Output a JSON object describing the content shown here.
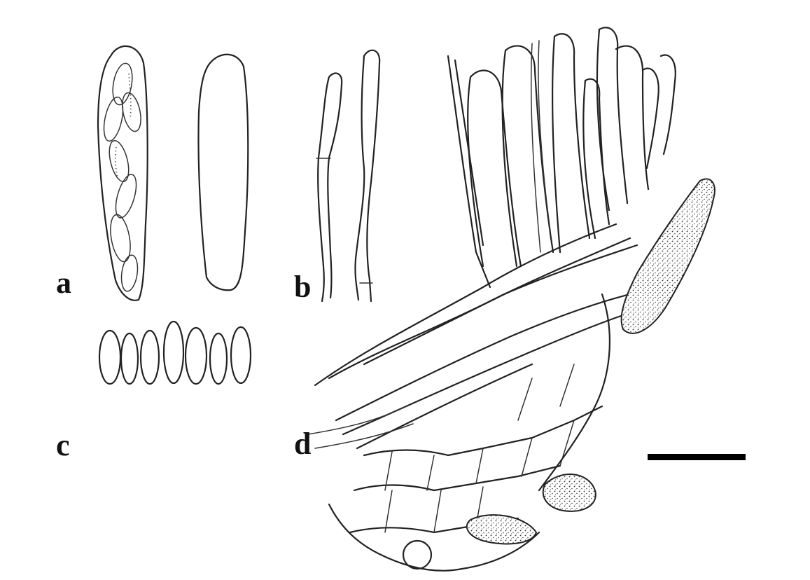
{
  "figure": {
    "panels": [
      {
        "id": "a",
        "label": "a"
      },
      {
        "id": "b",
        "label": "b"
      },
      {
        "id": "c",
        "label": "c"
      },
      {
        "id": "d",
        "label": "d"
      }
    ],
    "scale_bar": {
      "present": true
    },
    "colors": {
      "ink": "#222222",
      "background": "#ffffff"
    }
  }
}
